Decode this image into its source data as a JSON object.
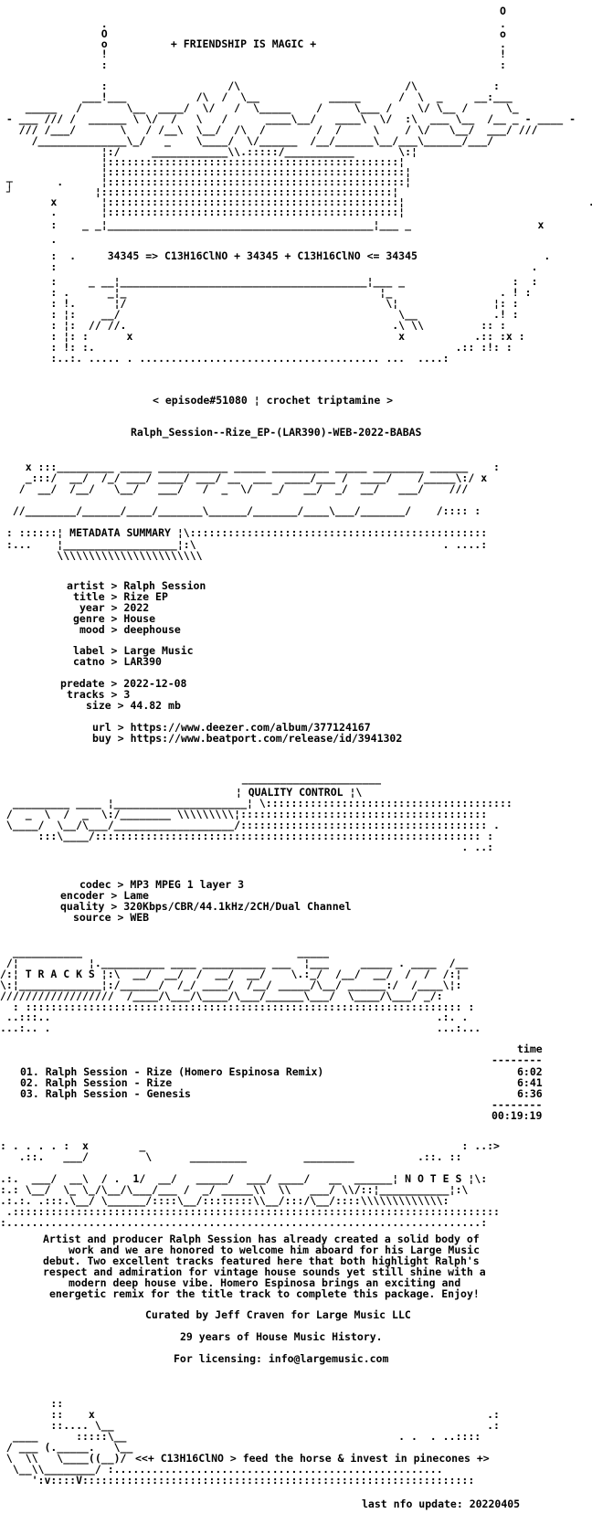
{
  "header": {
    "tagline": "+ FRIENDSHIP IS MAGIC +",
    "formula": "34345 => C13H16ClNO + 34345 + C13H16ClNO <= 34345"
  },
  "release": {
    "episode_line": "< episode#51080 ¦ crochet triptamine >",
    "name": "Ralph_Session--Rize_EP-(LAR390)-WEB-2022-BABAS"
  },
  "sections": {
    "metadata": "METADATA SUMMARY",
    "quality": "QUALITY CONTROL",
    "tracks": "T R A C K S",
    "notes": "N O T E S"
  },
  "metadata": [
    {
      "key": "artist",
      "value": "Ralph Session"
    },
    {
      "key": "title",
      "value": "Rize EP"
    },
    {
      "key": "year",
      "value": "2022"
    },
    {
      "key": "genre",
      "value": "House"
    },
    {
      "key": "mood",
      "value": "deephouse"
    },
    {
      "key": "label",
      "value": "Large Music"
    },
    {
      "key": "catno",
      "value": "LAR390"
    },
    {
      "key": "predate",
      "value": "2022-12-08"
    },
    {
      "key": "tracks",
      "value": "3"
    },
    {
      "key": "size",
      "value": "44.82 mb"
    },
    {
      "key": "url",
      "value": "https://www.deezer.com/album/377124167"
    },
    {
      "key": "buy",
      "value": "https://www.beatport.com/release/id/3941302"
    }
  ],
  "quality": [
    {
      "key": "codec",
      "value": "MP3 MPEG 1 layer 3"
    },
    {
      "key": "encoder",
      "value": "Lame"
    },
    {
      "key": "quality",
      "value": "320Kbps/CBR/44.1kHz/2CH/Dual Channel"
    },
    {
      "key": "source",
      "value": "WEB"
    }
  ],
  "tracklist": {
    "time_header": "time",
    "rule": "--------",
    "items": [
      {
        "num": "01.",
        "title": "Ralph Session - Rize (Homero Espinosa Remix)",
        "time": "6:02"
      },
      {
        "num": "02.",
        "title": "Ralph Session - Rize",
        "time": "6:41"
      },
      {
        "num": "03.",
        "title": "Ralph Session - Genesis",
        "time": "6:36"
      }
    ],
    "total": "00:19:19"
  },
  "notes": {
    "paragraph": [
      "Artist and producer Ralph Session has already created a solid body of",
      "work and we are honored to welcome him aboard for his Large Music",
      "debut. Two excellent tracks featured here that both highlight Ralph's",
      "respect and admiration for vintage house sounds yet still shine with a",
      "modern deep house vibe. Homero Espinosa brings an exciting and",
      "energetic remix for the title track to complete this package. Enjoy!"
    ],
    "curated": "Curated by Jeff Craven for Large Music LLC",
    "history": "29 years of House Music History.",
    "licensing": "For licensing: info@largemusic.com"
  },
  "footer": {
    "slogan": "<<+ C13H16ClNO > feed the horse & invest in pinecones +>",
    "last_update": "last nfo update: 20220405"
  },
  "art": {
    "a01": "                                                                               O",
    "a02": "                .                                                              .",
    "a03": "                O                                                              o",
    "a04": "                o          + FRIENDSHIP IS MAGIC +                             .",
    "a05": "                !                                                              !",
    "a06": "                :                                                              :",
    "a07": "                :                   /\\                          /\\            :",
    "a08": "             ___!___           /\\  /  \\__           _____      /  \\  _     __:___",
    "a09": "    _____   /       \\__  ____/  \\/   /  \\_____    /     \\___ /    \\/ \\__ /      \\_",
    "a10": " - ___ /// /  ______ \\ \\/  /   \\   /      ____\\__/   ____\\  \\/  :\\  ___ \\__  /__ _ - ____ -",
    "a11": "   /// /___/       \\   / /__\\  \\__/  /\\  /        /  /     \\    / \\/   \\__/  ___/ ///",
    "a12": "     /______________\\_/   _    \\____/  \\/______  /__/______\\__/___\\______/___/",
    "a13": "                ¦:/     ____________\\\\.:::::/___________       \\:¦",
    "a14": "                ¦::::::::::::::::::::::::::::::::::::::::::::::¦",
    "a15": "                ¦:::::::::::::::::::::::::::::::::::::::::::::::¦",
    "a16": " ┬       .      ¦:::::::::::::::::::::::::::::::::::::::::::::::¦",
    "a17": " ┘             ¦::::::::::::::::::::::::::::::::::::::::::::::¦",
    "a18": "        x       ¦::::::::::::::::::::::::::::::::::::::::::::::¦                             .",
    "a19": "        .       ¦::::::::::::::::::::::::::::::::::::::::::::::¦",
    "a20": "        :    _ _¦__________________________________________¦___ _                    x",
    "a21": "",
    "a22": "        .",
    "a23": "        :  .     34345 => C13H16ClNO + 34345 + C13H16ClNO <= 34345                    .",
    "a24": "        :                                                                           .",
    "a25": "        :     _ __¦_______________________________________¦___ _                 :  :",
    "a26": "        : .      _¦_                                        ¦_                 . ! :",
    "a27": "        : !.      ¦/                                         \\¦               ¦: :",
    "a28": "        : ¦:    __/                                            \\__            .! :",
    "a29": "        : ¦:  // //.                                          .\\ \\\\         :: :",
    "a30": "        : ¦: :      x                                          x           .:: :x :",
    "a31": "        : !: :.                                                         .:: :!: :",
    "a32": "        :..:. ..... . ...................................... ...  ....:",
    "sm01": "    x :::_________ _____ ___________ _____ _________ _____ ________ ______    :",
    "sm02": "    _:::/  __/  /_/ ___/ ____/ ___/ __  ___  ____/___ /  ____/    /_____\\:/ x",
    "sm03": "   /  __/  /__/   \\__/   ___/   /  _  \\/   _/   __/  _/  __/   ___/    ///",
    "sm04": "  //________/______/____/_______\\______/_______/____\\___/_______/    /:::: :",
    "sm05": " : ::::::¦ METADATA SUMMARY ¦\\:::::::::::::::::::::::::::::::::::::::::::::::",
    "sm06": " :...    ¦__________________¦:\\                                       . ....:",
    "sm07": "         \\\\\\\\\\\\\\\\\\\\\\\\\\\\\\\\\\\\\\\\\\\\\\",
    "sq01": "                ______________________",
    "sq02": "               ¦ QUALITY CONTROL ¦\\",
    "sq03": "  _________ ____ ¦_____________________¦ \\:::::::::::::::::::::::::::::::::::::::",
    "sq04": " /  _  \\  /  _  \\:/________ \\\\\\\\\\\\\\\\\\¦:::::::::::::::::::::::::::::::::::::::",
    "sq05": " \\____/  \\__/\\___/___________________/::::::::::::::::::::::::::::::::::::::: .",
    "sq06": "      :::\\____/::::::::::::::::::::::::::::::::::::::::::::::::::::::::::::: :",
    "sq07": "                                                                         . ..:",
    "st01": "  ___________                                  _____",
    "st02": " /¦           ¦.__________ ____ __________ ___  ¦___     _____ . ____  /__",
    "st03": "/:¦ T R A C K S ¦:\\  __/  __/  /  __/  __/    \\.:_/  /__/  __/  /  /  /:¦",
    "st04": "\\:¦_____________¦:/______/  /_/ ____/  /__/ _____/\\__/ ______:/  /____\\¦:",
    "st05": "//////////////////  /____/\\___/\\____/\\___/______\\___/  \\____/\\___/ _/:",
    "st06": "  : ::::::::::::::::::::::::::::::::::::::::::::::::::::::::::::::::::::: :",
    "st07": " ..:::..                                                             .:. .",
    "st08": "...:.. .                                                             ...:...",
    "sn01": ": . . . . :  x        _                                                  : ..:>",
    "sn02": "   .::.   ___/         \\      _________         ________          .::. ::",
    "sn03": ".:.  ___/  __\\  / .  1/  __/   _____/  ___/ ____/   __  ______¦ N O T E S ¦\\:",
    "sn04": ":.: \\__/  \\_ \\_/\\__/\\___/___ /  _/ _____\\\\  \\\\   ___/ \\\\/::¦___________¦:\\",
    "sn05": ".:.:. .:::.\\__/ \\______/::::\\__/::::::::\\\\__/:::/\\__/::::\\\\\\\\\\\\\\\\\\\\\\\\\\:",
    "sn06": " .:::::::::::::::::::::::::::::::::::::::::::::::::::::::::::::::::::::::::::::",
    "sn07": ":...........................................................................:",
    "sf01": "        ::",
    "sf02": "        ::    x                                                              .:",
    "sf03": "        ::.... \\__                                                           .:",
    "sf04": "  ____      :::::\\__                                           . .  . ..::::",
    "sf05": " / ___ (._____.   \\__",
    "sf06": " \\  \\\\   \\____((__)/",
    "sf07": "  \\__\\\\________/ :....................................................",
    "sf08": "     ':v::::V::::::::::::::::::::::::::::::::::::::::::::::::::::::::::::::"
  }
}
